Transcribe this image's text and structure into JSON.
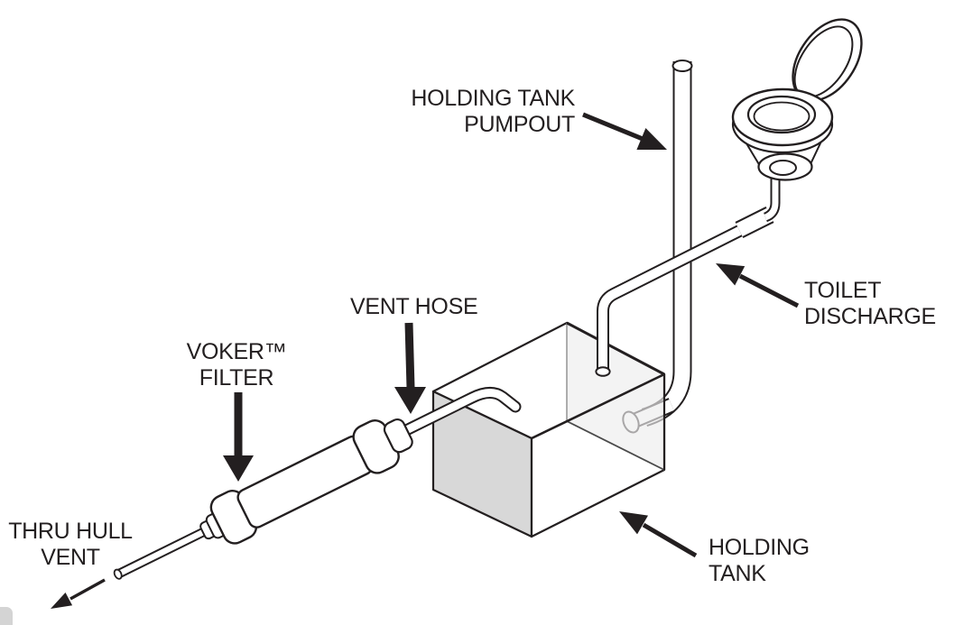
{
  "diagram": {
    "labels": {
      "holding_tank_pumpout": "HOLDING TANK\nPUMPOUT",
      "toilet_discharge": "TOILET\nDISCHARGE",
      "vent_hose": "VENT HOSE",
      "voker_filter": "VOKER™\nFILTER",
      "thru_hull_vent": "THRU HULL\nVENT",
      "holding_tank": "HOLDING\nTANK"
    },
    "colors": {
      "line": "#231f20",
      "tank_left_face": "#d8d8d8",
      "translucent_panel": "#ededed",
      "seen_through_line": "#9a9a9a",
      "corner_tab": "#d4d4d4",
      "background": "#ffffff"
    }
  }
}
